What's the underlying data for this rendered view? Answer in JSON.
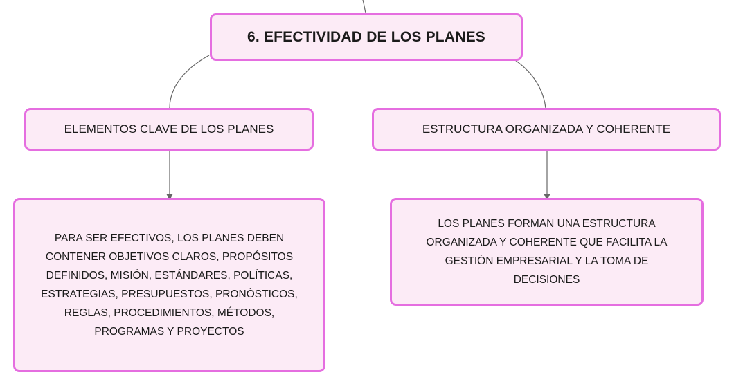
{
  "root": {
    "title": "6. EFECTIVIDAD DE LOS PLANES"
  },
  "branches": [
    {
      "label": "ELEMENTOS CLAVE DE LOS PLANES",
      "detail": "PARA SER EFECTIVOS, LOS PLANES DEBEN CONTENER OBJETIVOS CLAROS, PROPÓSITOS DEFINIDOS, MISIÓN, ESTÁNDARES, POLÍTICAS, ESTRATEGIAS, PRESUPUESTOS, PRONÓSTICOS, REGLAS, PROCEDIMIENTOS, MÉTODOS, PROGRAMAS Y PROYECTOS"
    },
    {
      "label": "ESTRUCTURA ORGANIZADA Y COHERENTE",
      "detail": "LOS PLANES FORMAN UNA ESTRUCTURA ORGANIZADA Y COHERENTE QUE FACILITA LA GESTIÓN EMPRESARIAL Y LA TOMA DE DECISIONES"
    }
  ]
}
